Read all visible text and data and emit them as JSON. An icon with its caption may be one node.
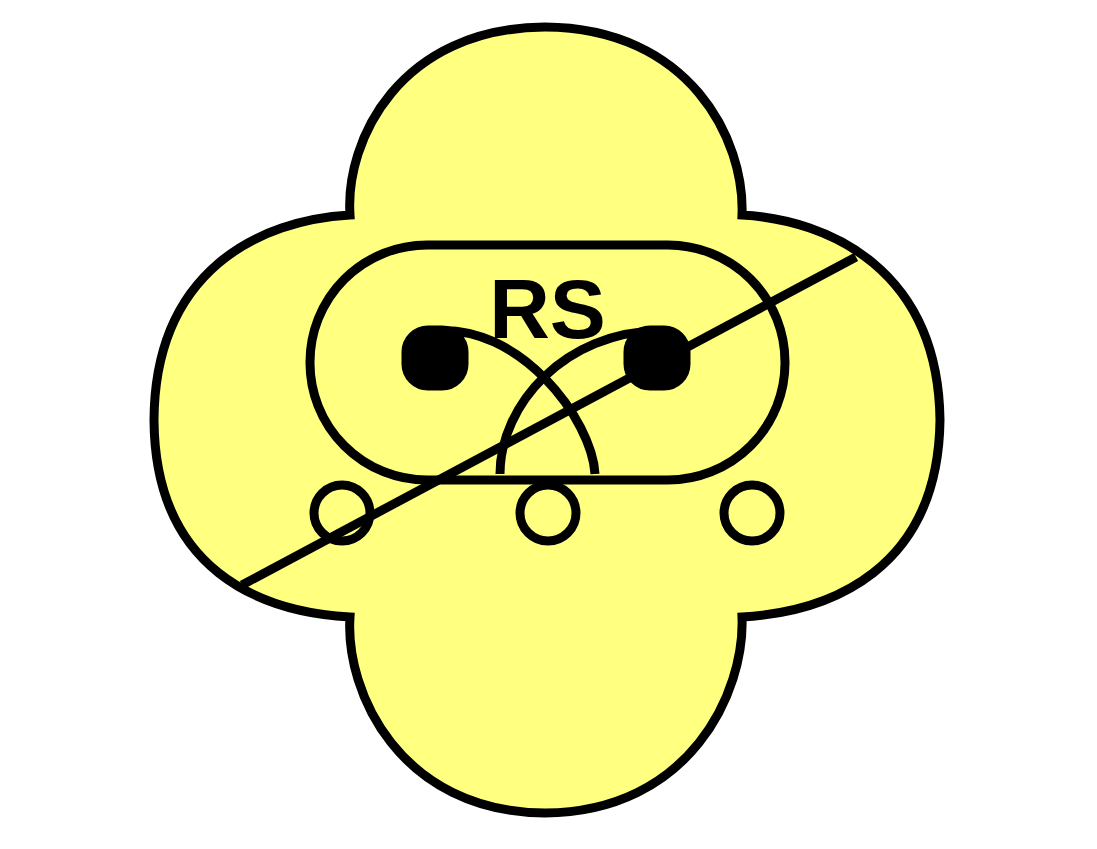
{
  "diagram": {
    "nodes": [
      {
        "text": [],
        "shape": "cloud"
      },
      {
        "text": [
          "RS"
        ],
        "in": 0
      }
    ]
  }
}
